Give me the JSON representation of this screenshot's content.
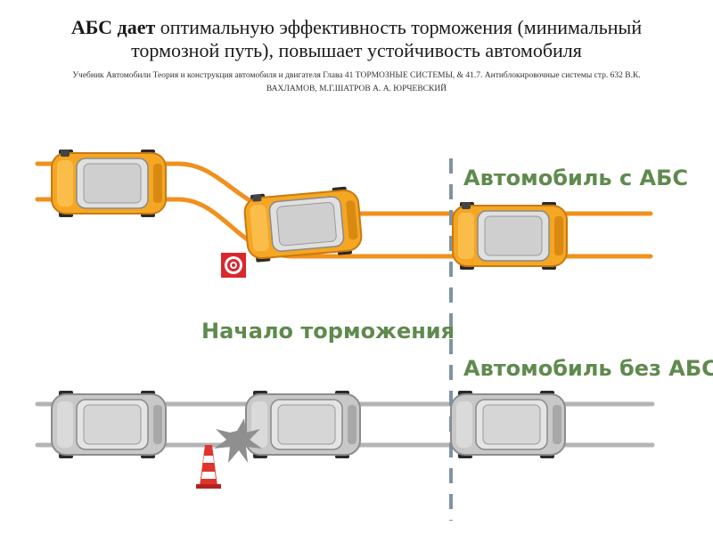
{
  "title": {
    "line1_bold": "АБС дает",
    "line1_rest": " оптимальную эффективность торможения (минимальный",
    "line2": "тормозной путь), повышает  устойчивость автомобиля"
  },
  "source": {
    "line1": "Учебник Автомобили Теория и конструкция автомобиля и двигателя Глава 41 ТОРМОЗНЫЕ СИСТЕМЫ, & 41.7. Антиблокировочные системы стр. 632 В.К.",
    "line2": "ВАХЛАМОВ, М.Г.ШАТРОВ А. А. ЮРЧЕВСКИЙ"
  },
  "labels": {
    "with_abs": "Автомобиль с АБС",
    "braking_start": "Начало торможения",
    "without_abs": "Автомобиль без АБС"
  },
  "colors": {
    "track_abs": "#f0901e",
    "track_no_abs": "#b4b4b4",
    "car_abs_body": "#f5a623",
    "car_no_abs_body": "#c8c8c8",
    "label_green": "#5f8a4e",
    "divider": "#7f93a3",
    "target_red": "#d8282e",
    "cone_red": "#e0352e",
    "impact_gray": "#8f8f8f"
  },
  "icons": {
    "obstacle_abs": "target-icon",
    "obstacle_no_abs": "traffic-cone-icon",
    "collision": "impact-burst-icon"
  }
}
